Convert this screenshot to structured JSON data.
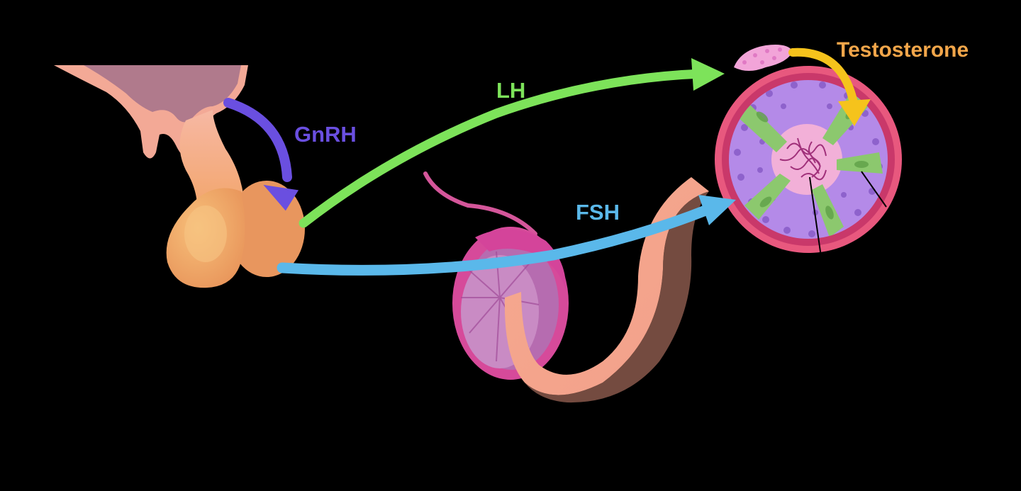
{
  "diagram": {
    "labels": {
      "gnrh": "GnRH",
      "lh": "LH",
      "fsh": "FSH",
      "testosterone": "Testosterone"
    },
    "colors": {
      "background": "#000000",
      "gnrh": "#6a4fe0",
      "lh": "#7de35a",
      "fsh": "#5ab8ea",
      "testosterone": "#f2a64a",
      "testosterone_arrow": "#f5c31c",
      "hypothalamus": "#b07a8c",
      "pituitary": "#f2a56a",
      "testis": "#d64a9a",
      "tubule_wall": "#d6456e",
      "tubule_interior": "#b48ae8",
      "sertoli": "#8cc86e"
    },
    "icons": {
      "hypothalamus": "hypothalamus-shape",
      "pituitary": "pituitary-gland-shape",
      "testis": "testis-shape",
      "tubule": "seminiferous-tubule-cross-section"
    }
  }
}
